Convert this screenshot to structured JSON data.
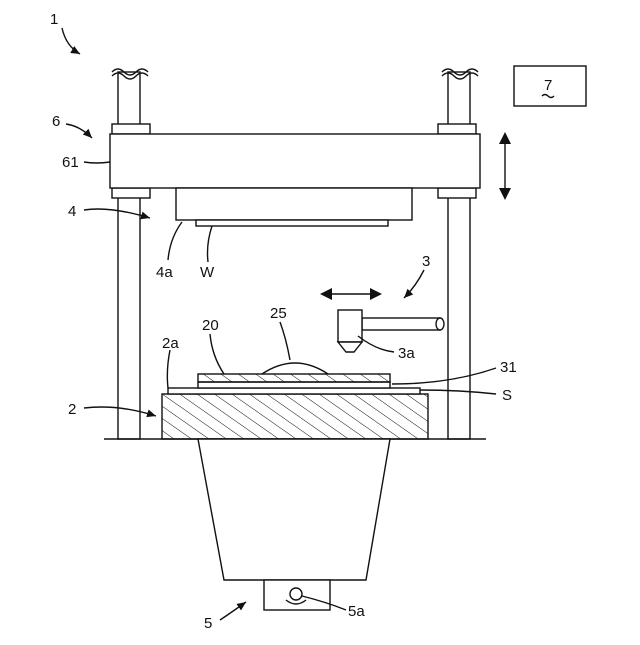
{
  "figure": {
    "labels": {
      "apparatus": "1",
      "base_unit": "2",
      "base_surface": "2a",
      "moving_unit": "3",
      "tool_tip": "3a",
      "head_unit": "4",
      "head_surface": "4a",
      "lower_unit": "5",
      "lower_part": "5a",
      "frame": "6",
      "crossbeam": "61",
      "controller": "7",
      "layer_20": "20",
      "bump_25": "25",
      "film_31": "31",
      "sheet": "S",
      "wafer": "W"
    }
  }
}
